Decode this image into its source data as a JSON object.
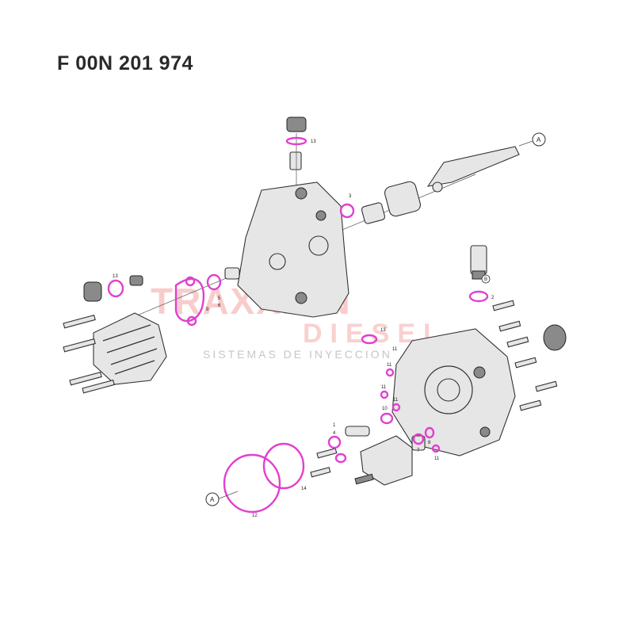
{
  "title": "F 00N 201 974",
  "watermark": {
    "brand_line1": "TRAXXION",
    "brand_line2": "DIESEL",
    "tagline": "SISTEMAS DE INYECCION"
  },
  "callouts": {
    "c1": "1",
    "c2": "2",
    "c3": "3",
    "c4": "4",
    "c5": "5",
    "c6": "6",
    "c7": "7",
    "c8": "8",
    "c9": "9",
    "c10": "10",
    "c11a": "11",
    "c11b": "11",
    "c11c": "11",
    "c11d": "11",
    "c11e": "11",
    "c12": "12",
    "c13a": "13",
    "c13b": "13",
    "c13c": "13",
    "c14": "14"
  },
  "refs": {
    "a_top": "A",
    "a_bottom": "A",
    "b": "B"
  }
}
